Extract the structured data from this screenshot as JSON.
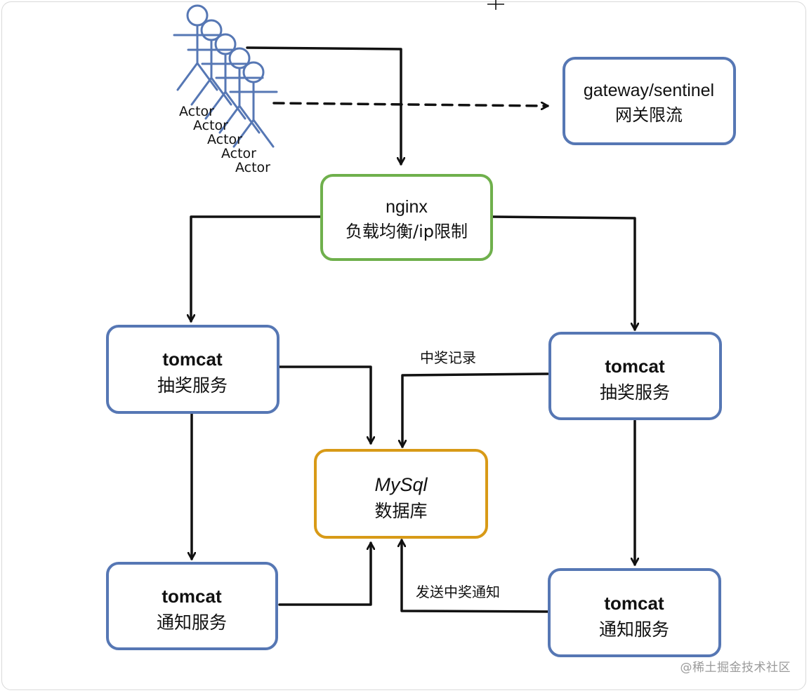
{
  "actors": {
    "labels": [
      "Actor",
      "Actor",
      "Actor",
      "Actor",
      "Actor"
    ]
  },
  "nodes": {
    "gateway": {
      "line1": "gateway/sentinel",
      "line2": "网关限流"
    },
    "nginx": {
      "line1": "nginx",
      "line2": "负载均衡/ip限制"
    },
    "tomcat_lottery_left": {
      "line1": "tomcat",
      "line2": "抽奖服务"
    },
    "tomcat_lottery_right": {
      "line1": "tomcat",
      "line2": "抽奖服务"
    },
    "mysql": {
      "line1": "MySql",
      "line2": "数据库"
    },
    "tomcat_notify_left": {
      "line1": "tomcat",
      "line2": "通知服务"
    },
    "tomcat_notify_right": {
      "line1": "tomcat",
      "line2": "通知服务"
    }
  },
  "edge_labels": {
    "win_record": "中奖记录",
    "send_notice": "发送中奖通知"
  },
  "watermark": "@稀土掘金技术社区",
  "colors": {
    "blue": "#5677b4",
    "green": "#6fb04c",
    "orange": "#d89a17",
    "arrow": "#111111"
  }
}
